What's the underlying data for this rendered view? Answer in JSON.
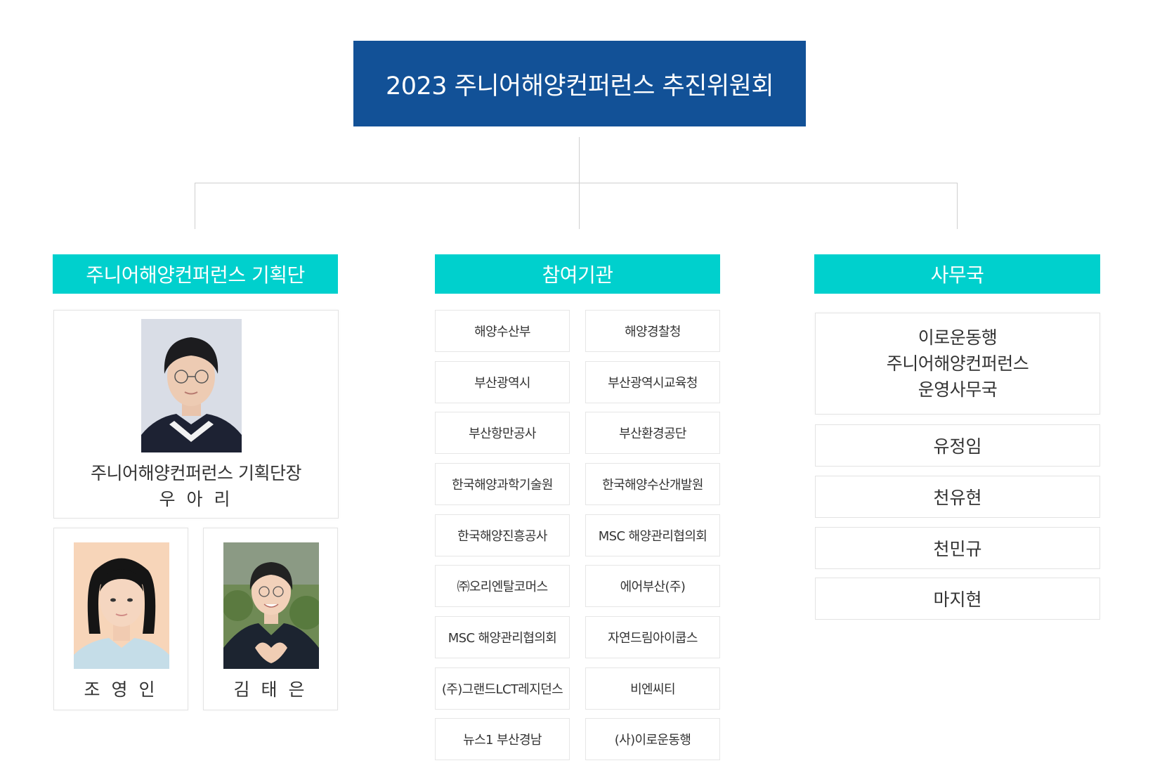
{
  "title": "2023 주니어해양컨퍼런스 추진위원회",
  "planning": {
    "header": "주니어해양컨퍼런스 기획단",
    "leader": {
      "title": "주니어해양컨퍼런스 기획단장",
      "name": "우 아 리"
    },
    "members": [
      {
        "name": "조 영 인"
      },
      {
        "name": "김 태 은"
      }
    ]
  },
  "participants": {
    "header": "참여기관",
    "orgs": [
      "해양수산부",
      "해양경찰청",
      "부산광역시",
      "부산광역시교육청",
      "부산항만공사",
      "부산환경공단",
      "한국해양과학기술원",
      "한국해양수산개발원",
      "한국해양진흥공사",
      "MSC 해양관리협의회",
      "㈜오리엔탈코머스",
      "에어부산(주)",
      "MSC 해양관리협의회",
      "자연드림아이쿱스",
      "(주)그랜드LCT레지던스",
      "비엔씨티",
      "뉴스1 부산경남",
      "(사)이로운동행"
    ]
  },
  "secretariat": {
    "header": "사무국",
    "office": [
      "이로운동행",
      "주니어해양컨퍼런스",
      "운영사무국"
    ],
    "staff": [
      "유정임",
      "천유현",
      "천민규",
      "마지현"
    ]
  },
  "colors": {
    "title_bg": "#125197",
    "header_bg": "#00d0cd"
  }
}
